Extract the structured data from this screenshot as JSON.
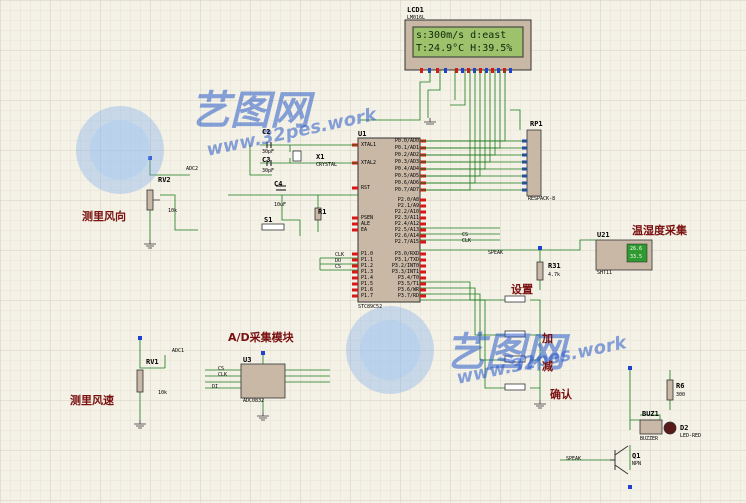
{
  "lcd": {
    "ref": "LCD1",
    "part": "LM016L",
    "line1": "s:300m/s d:east",
    "line2": "T:24.9°C H:39.5%"
  },
  "mcu": {
    "ref": "U1",
    "part": "STC89C52",
    "left_pins": [
      "XTAL1",
      "XTAL2",
      "RST",
      "PSEN",
      "ALE",
      "EA",
      "P1.0",
      "P1.1",
      "P1.2",
      "P1.3",
      "P1.4",
      "P1.5",
      "P1.6",
      "P1.7"
    ],
    "right_pins": [
      "P0.0/AD0",
      "P0.1/AD1",
      "P0.2/AD2",
      "P0.3/AD3",
      "P0.4/AD4",
      "P0.5/AD5",
      "P0.6/AD6",
      "P0.7/AD7",
      "P2.0/A8",
      "P2.1/A9",
      "P2.2/A10",
      "P2.3/A11",
      "P2.4/A12",
      "P2.5/A13",
      "P2.6/A14",
      "P2.7/A15",
      "P3.0/RXD",
      "P3.1/TXD",
      "P3.2/INT0",
      "P3.3/INT1",
      "P3.4/T0",
      "P3.5/T1",
      "P3.6/WR",
      "P3.7/RD"
    ]
  },
  "parts": {
    "c2": "C2",
    "c3": "C3",
    "c4": "C4",
    "x1": "X1",
    "crystal": "CRYSTAL",
    "s1": "S1",
    "r1": "R1",
    "rp1": "RP1",
    "respack": "RESPACK-8",
    "u21": "U21",
    "sht11": "SHT11",
    "r31": "R31",
    "r31_val": "4.7k",
    "rv2": "RV2",
    "rv1": "RV1",
    "pot_val": "10k",
    "u3": "U3",
    "adc": "ADC0832",
    "r6": "R6",
    "r6_val": "300",
    "buz1": "BUZ1",
    "buzzer": "BUZZER",
    "d2": "D2",
    "led": "LED-RED",
    "q1": "Q1",
    "npn": "NPN",
    "speak": "SPEAK",
    "adc2": "ADC2",
    "adc1": "ADC1",
    "cap_val": "30pF",
    "cap_val2": "10uF",
    "sht_val": "26.6",
    "sht_val2": "33.5"
  },
  "labels": {
    "wind_dir": "测里风向",
    "wind_speed": "测里风速",
    "ad_module": "A/D采集模块",
    "temp_humidity": "温湿度采集",
    "set": "设置",
    "add": "加",
    "sub": "减",
    "confirm": "确认"
  },
  "signals": {
    "clk": "CLK",
    "cs": "CS",
    "di": "DI",
    "do": "DO"
  },
  "watermark": {
    "brand": "艺图网",
    "url": "www.32pes.work"
  },
  "colors": {
    "wire": "#1a7a1a",
    "chip": "#c9b8a6",
    "pin_red": "#d81818",
    "pin_blue": "#2040d0",
    "lcd": "#9ec16c",
    "label": "#7a1010"
  }
}
